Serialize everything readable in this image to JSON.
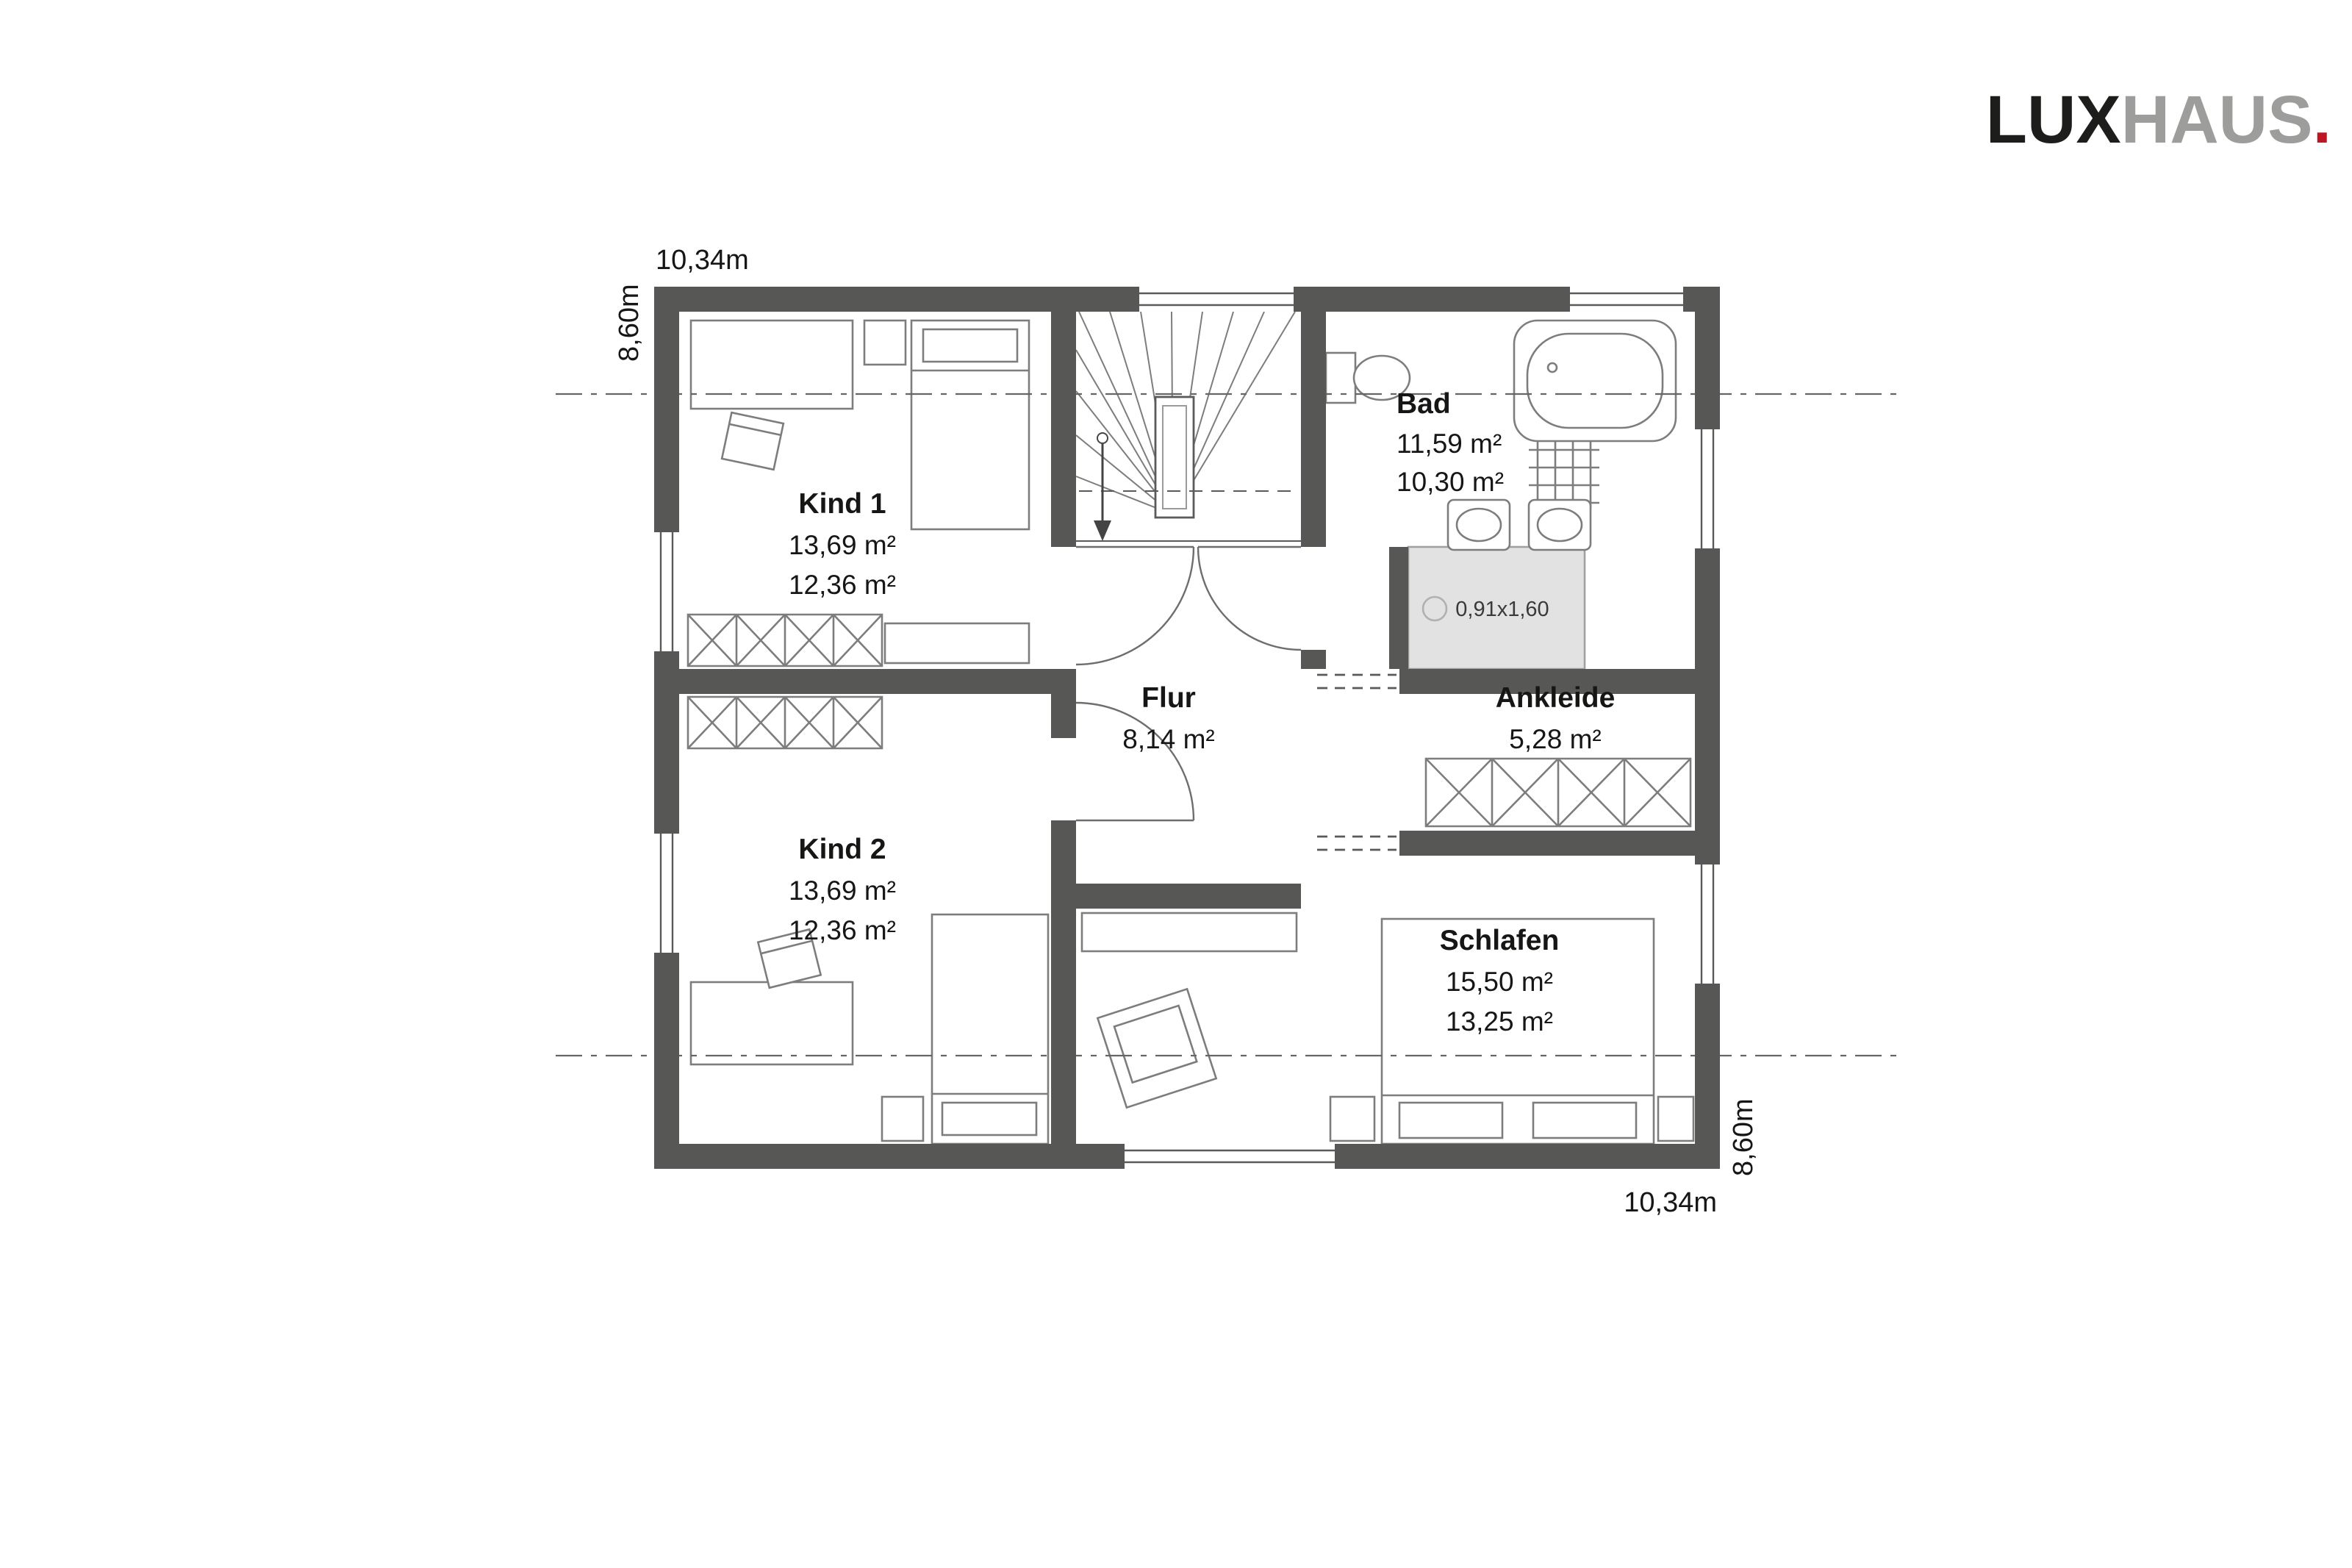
{
  "logo": {
    "lux": "LUX",
    "haus": "HAUS",
    "dot": "."
  },
  "dimensions": {
    "top": "10,34m",
    "left": "8,60m",
    "right": "8,60m",
    "bottom": "10,34m"
  },
  "rooms": {
    "kind1": {
      "name": "Kind 1",
      "area_gross": "13,69 m²",
      "area_net": "12,36 m²"
    },
    "kind2": {
      "name": "Kind 2",
      "area_gross": "13,69 m²",
      "area_net": "12,36 m²"
    },
    "flur": {
      "name": "Flur",
      "area": "8,14 m²"
    },
    "bad": {
      "name": "Bad",
      "area_gross": "11,59 m²",
      "area_net": "10,30 m²"
    },
    "ankleide": {
      "name": "Ankleide",
      "area": "5,28 m²"
    },
    "schlafen": {
      "name": "Schlafen",
      "area_gross": "15,50 m²",
      "area_net": "13,25 m²"
    }
  },
  "annotations": {
    "shower_size": "0,91x1,60"
  },
  "colors": {
    "wall": "#575756",
    "furniture": "#7d7d7d",
    "logo_black": "#1d1d1b",
    "logo_gray": "#9d9d9c",
    "logo_red": "#be1622",
    "shower_fill": "#e2e2e2",
    "text": "#161615"
  }
}
